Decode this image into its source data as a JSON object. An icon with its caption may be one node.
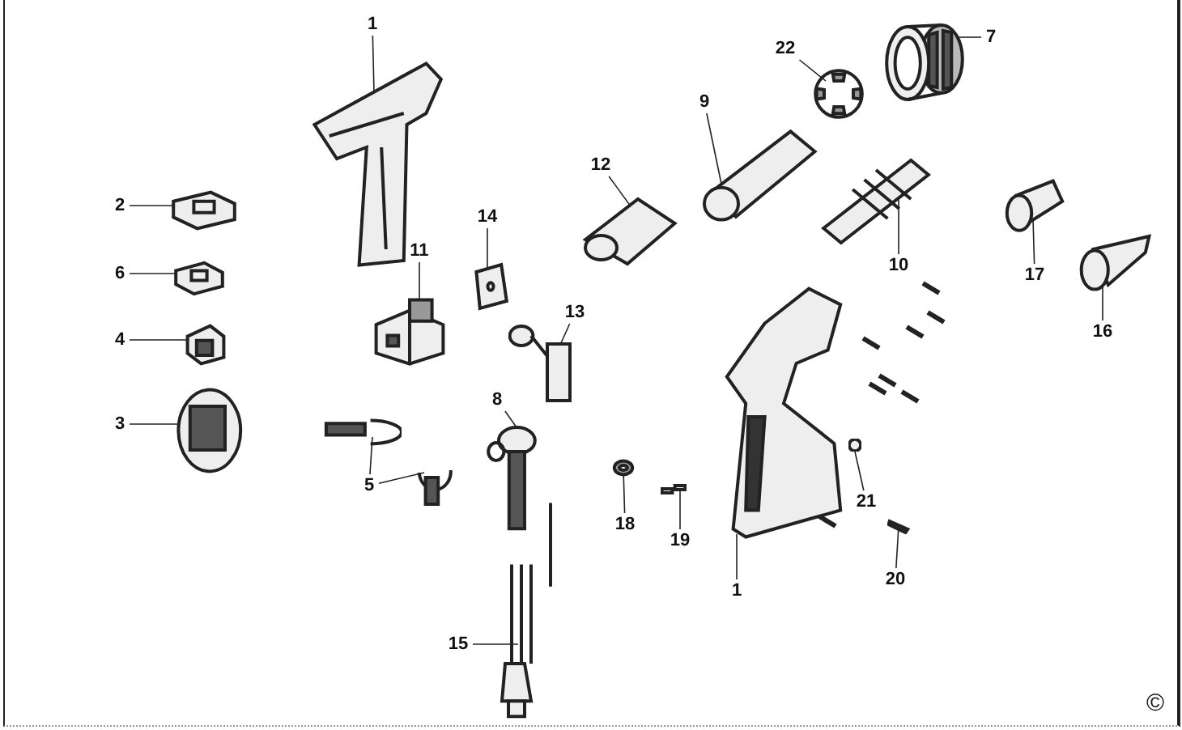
{
  "diagram": {
    "nodes": [
      {
        "text": [
          "1"
        ]
      },
      {
        "text": [],
        "shape": "picture"
      },
      {
        "text": [
          "22"
        ]
      },
      {
        "text": [],
        "shape": "picture"
      },
      {
        "text": [
          "7"
        ]
      },
      {
        "text": [],
        "shape": "picture"
      },
      {
        "text": [
          "9"
        ]
      },
      {
        "text": [],
        "shape": "picture"
      },
      {
        "text": [
          "12"
        ]
      },
      {
        "text": [],
        "shape": "picture"
      },
      {
        "text": [
          "2"
        ]
      },
      {
        "text": [],
        "shape": "picture"
      },
      {
        "text": [
          "14"
        ]
      },
      {
        "text": [],
        "shape": "picture"
      },
      {
        "text": [
          "11"
        ]
      },
      {
        "text": [],
        "shape": "picture"
      },
      {
        "text": [
          "10"
        ]
      },
      {
        "text": [],
        "shape": "picture"
      },
      {
        "text": [
          "6"
        ]
      },
      {
        "text": [],
        "shape": "picture"
      },
      {
        "text": [
          "17"
        ]
      },
      {
        "text": [],
        "shape": "picture"
      },
      {
        "text": [
          "13"
        ]
      },
      {
        "text": [],
        "shape": "picture"
      },
      {
        "text": [
          "4"
        ]
      },
      {
        "text": [],
        "shape": "picture"
      },
      {
        "text": [
          "16"
        ]
      },
      {
        "text": [],
        "shape": "picture"
      },
      {
        "text": [
          "8"
        ]
      },
      {
        "text": [],
        "shape": "picture"
      },
      {
        "text": [
          "3"
        ]
      },
      {
        "text": [],
        "shape": "picture"
      },
      {
        "text": [
          "5"
        ]
      },
      {
        "text": [],
        "shape": "picture"
      },
      {
        "text": [],
        "shape": "picture"
      },
      {
        "text": [
          "21"
        ]
      },
      {
        "text": [],
        "shape": "circle"
      },
      {
        "text": [
          "18"
        ]
      },
      {
        "text": [],
        "shape": "picture"
      },
      {
        "text": [
          "19"
        ]
      },
      {
        "text": [],
        "shape": "picture"
      },
      {
        "text": [
          "1"
        ]
      },
      {
        "text": [],
        "shape": "picture"
      },
      {
        "text": [
          "20"
        ]
      },
      {
        "text": [],
        "shape": "picture"
      },
      {
        "text": [
          "15"
        ]
      },
      {
        "text": [],
        "shape": "picture"
      }
    ],
    "edges": [
      {
        "from": 0,
        "to": 1,
        "arrow": "none"
      },
      {
        "from": 2,
        "to": 3,
        "arrow": "none"
      },
      {
        "from": 4,
        "to": 5,
        "arrow": "none"
      },
      {
        "from": 6,
        "to": 7,
        "arrow": "none"
      },
      {
        "from": 8,
        "to": 9,
        "arrow": "none"
      },
      {
        "from": 10,
        "to": 11,
        "arrow": "none"
      },
      {
        "from": 12,
        "to": 13,
        "arrow": "none"
      },
      {
        "from": 14,
        "to": 15,
        "arrow": "none"
      },
      {
        "from": 16,
        "to": 17,
        "arrow": "none"
      },
      {
        "from": 18,
        "to": 19,
        "arrow": "none"
      },
      {
        "from": 20,
        "to": 21,
        "arrow": "none"
      },
      {
        "from": 22,
        "to": 23,
        "arrow": "none"
      },
      {
        "from": 24,
        "to": 25,
        "arrow": "none"
      },
      {
        "from": 26,
        "to": 27,
        "arrow": "none"
      },
      {
        "from": 28,
        "to": 29,
        "arrow": "none"
      },
      {
        "from": 30,
        "to": 31,
        "arrow": "none"
      },
      {
        "from": 32,
        "to": 33,
        "arrow": "none"
      },
      {
        "from": 32,
        "to": 34,
        "arrow": "none"
      },
      {
        "from": 35,
        "to": 36,
        "arrow": "none"
      },
      {
        "from": 37,
        "to": 38,
        "arrow": "none"
      },
      {
        "from": 39,
        "to": 40,
        "arrow": "none"
      },
      {
        "from": 41,
        "to": 42,
        "arrow": "none"
      },
      {
        "from": 43,
        "to": 44,
        "arrow": "none"
      },
      {
        "from": 45,
        "to": 46,
        "arrow": "none"
      }
    ],
    "labels": [
      "©"
    ]
  }
}
